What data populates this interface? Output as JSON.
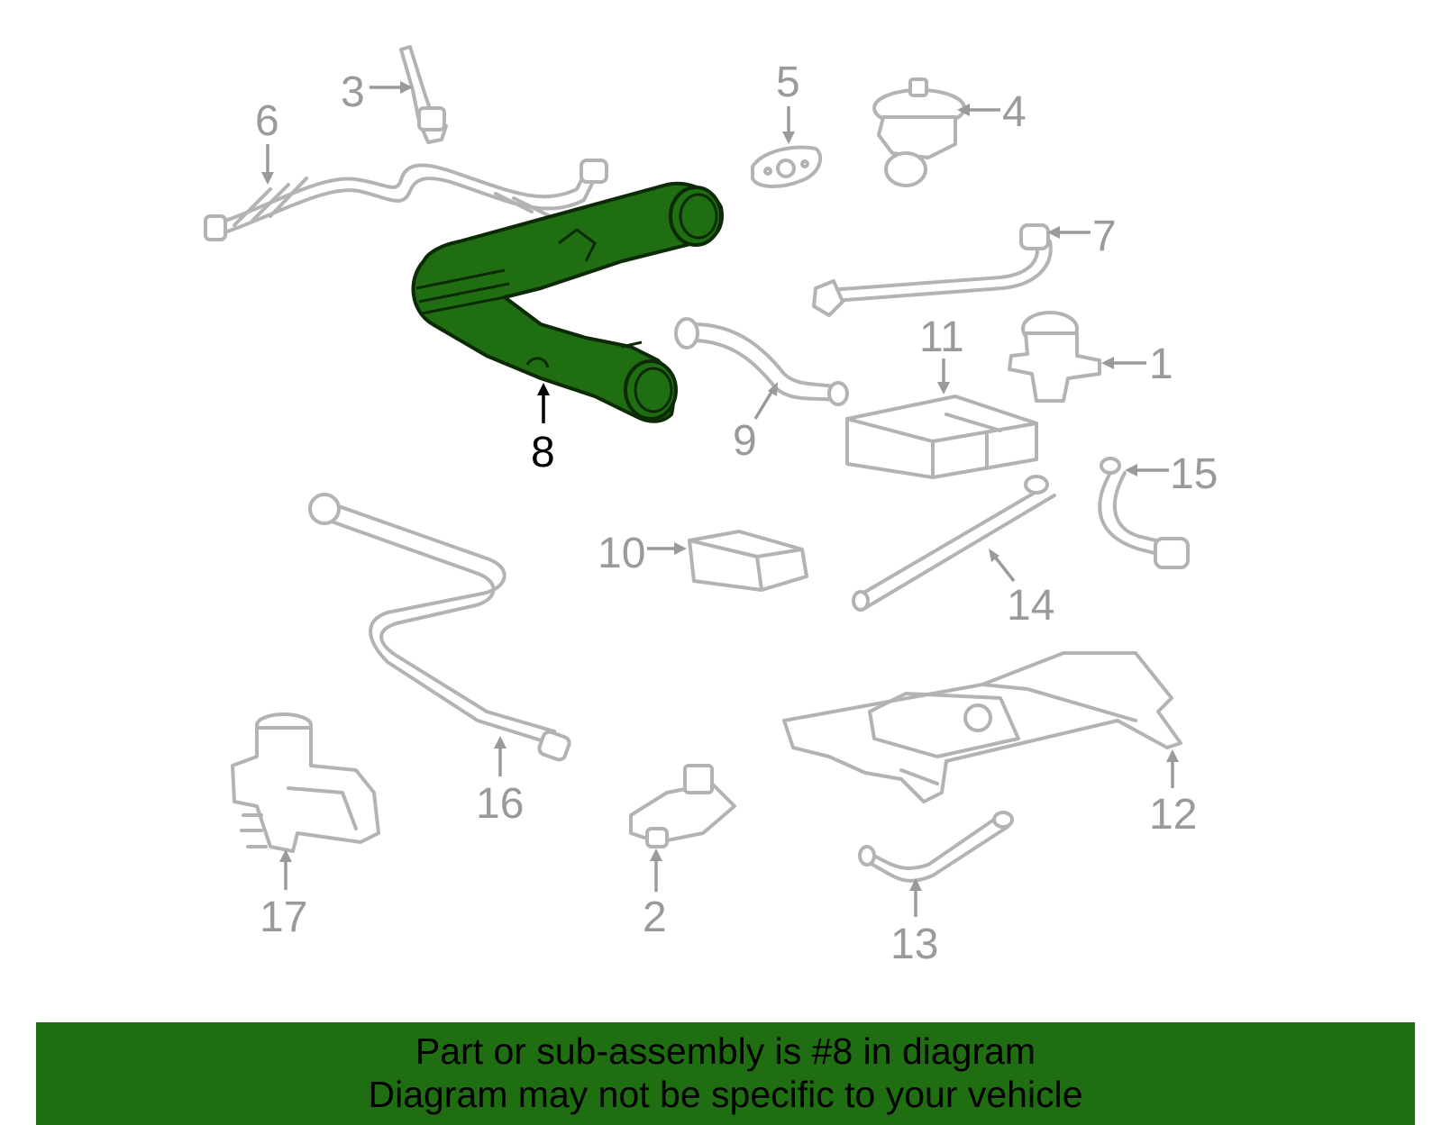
{
  "diagram": {
    "highlight_color": "#1f6e12",
    "callouts": [
      {
        "key": "c1",
        "label": "1"
      },
      {
        "key": "c2",
        "label": "2"
      },
      {
        "key": "c3",
        "label": "3"
      },
      {
        "key": "c4",
        "label": "4"
      },
      {
        "key": "c5",
        "label": "5"
      },
      {
        "key": "c6",
        "label": "6"
      },
      {
        "key": "c7",
        "label": "7"
      },
      {
        "key": "c8",
        "label": "8"
      },
      {
        "key": "c9",
        "label": "9"
      },
      {
        "key": "c10",
        "label": "10"
      },
      {
        "key": "c11",
        "label": "11"
      },
      {
        "key": "c12",
        "label": "12"
      },
      {
        "key": "c13",
        "label": "13"
      },
      {
        "key": "c14",
        "label": "14"
      },
      {
        "key": "c15",
        "label": "15"
      },
      {
        "key": "c16",
        "label": "16"
      },
      {
        "key": "c17",
        "label": "17"
      }
    ],
    "highlighted_part": "8"
  },
  "banner": {
    "line1": "Part or sub-assembly is #8 in diagram",
    "line2": "Diagram may not be specific to your vehicle",
    "color": "#1f6e12"
  }
}
